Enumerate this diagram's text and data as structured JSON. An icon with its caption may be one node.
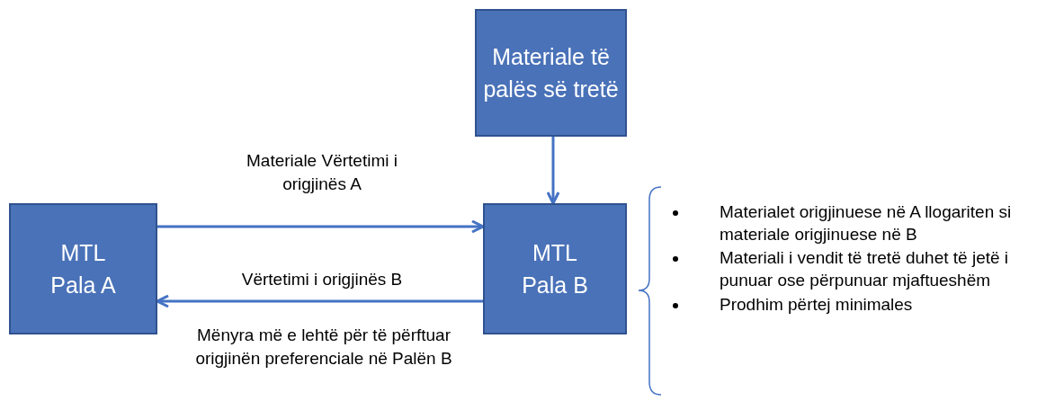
{
  "diagram": {
    "nodes": [
      {
        "text": [
          "MTL",
          "Pala A"
        ]
      },
      {
        "text": [
          "MTL",
          "Pala B"
        ]
      },
      {
        "text": [
          "Materiale të palës së tretë"
        ]
      }
    ],
    "edges": [
      {
        "from": 0,
        "to": 1,
        "arrow": "to",
        "label": "Materiale Vërtetimi i origjinës A"
      },
      {
        "from": 1,
        "to": 0,
        "arrow": "to",
        "label": "Vërtetimi i origjinës B"
      },
      {
        "from": 2,
        "to": 1,
        "arrow": "to"
      }
    ],
    "labels": [
      "Mënyra më e lehtë për të përftuar origjinën preferenciale në Palën B",
      "Materialet origjinuese në A llogariten si materiale origjinuese në B",
      "Materiali i vendit të tretë duhet të jetë i punuar ose përpunuar mjaftueshëm",
      "Prodhim përtej minimales"
    ]
  }
}
